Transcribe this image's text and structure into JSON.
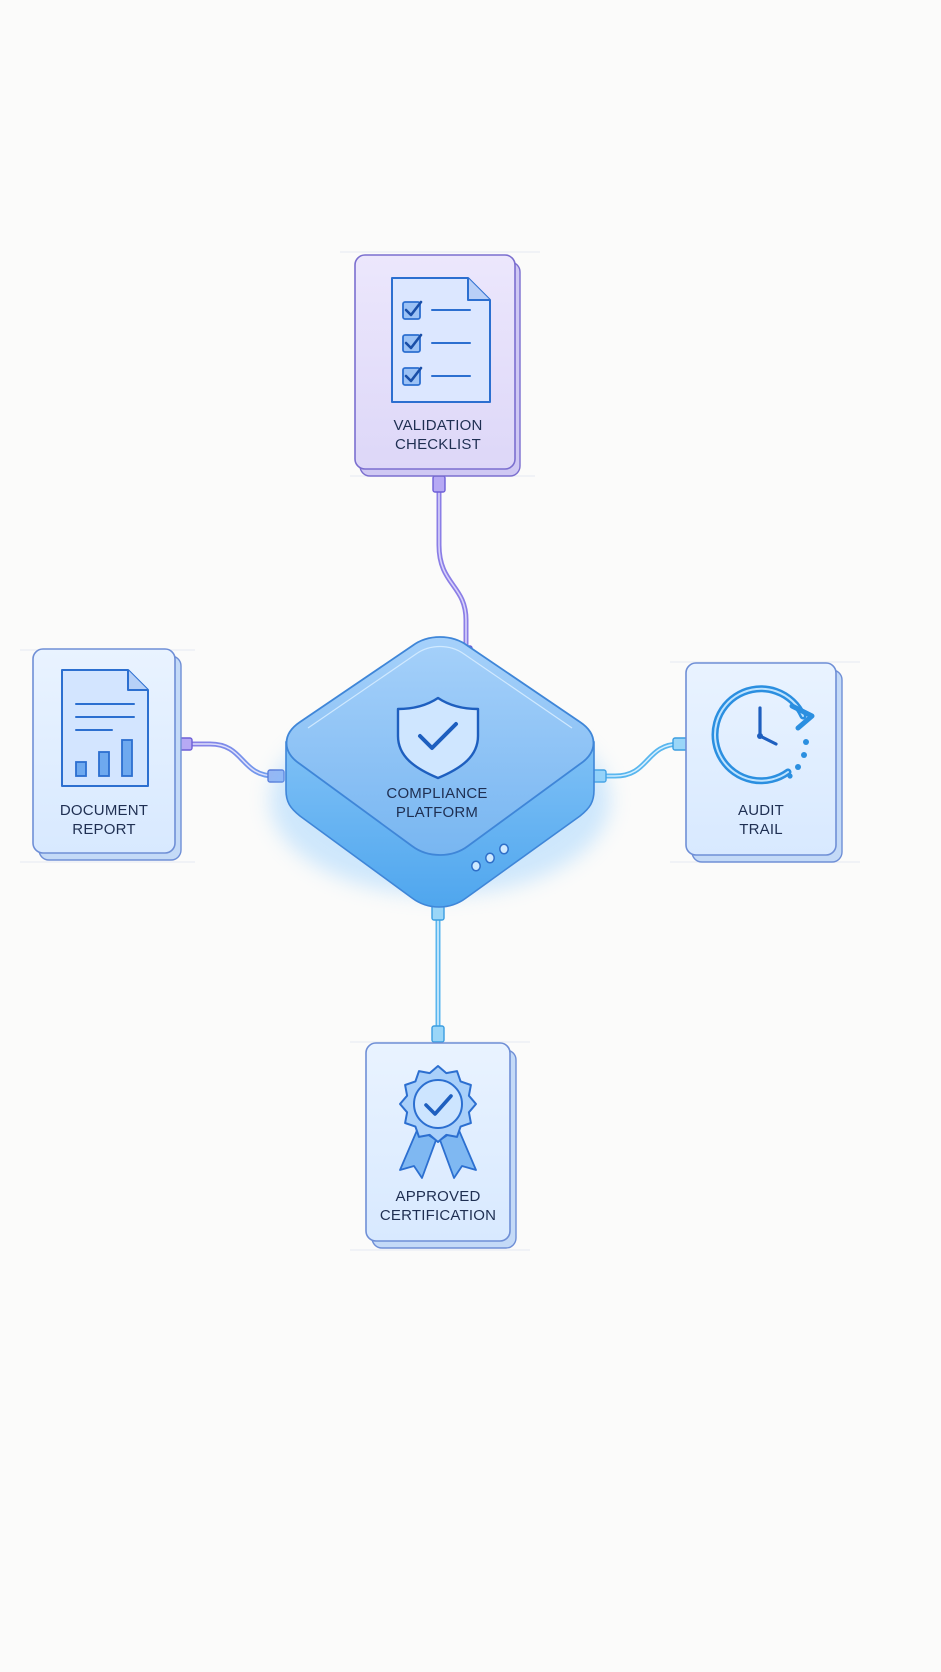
{
  "diagram": {
    "hub": {
      "line1": "COMPLIANCE",
      "line2": "PLATFORM",
      "icon": "shield-check-icon"
    },
    "nodes": {
      "validation": {
        "line1": "VALIDATION",
        "line2": "CHECKLIST",
        "icon": "checklist-icon"
      },
      "document": {
        "line1": "DOCUMENT",
        "line2": "REPORT",
        "icon": "document-chart-icon"
      },
      "audit": {
        "line1": "AUDIT",
        "line2": "TRAIL",
        "icon": "clock-history-icon"
      },
      "certification": {
        "line1": "APPROVED",
        "line2": "CERTIFICATION",
        "icon": "award-ribbon-icon"
      }
    },
    "colors": {
      "background": "#fbfbfa",
      "card_fill": "#e3efff",
      "card_fill_purple": "#e8e4fb",
      "card_stroke": "#6f8fd6",
      "hub_fill": "#8cc0f4",
      "hub_side": "#6fb4f2",
      "icon_blue": "#2f7fd8",
      "connector_purple": "#8b7ee6",
      "connector_blue": "#58b6ee",
      "text": "#1f2f52"
    }
  }
}
